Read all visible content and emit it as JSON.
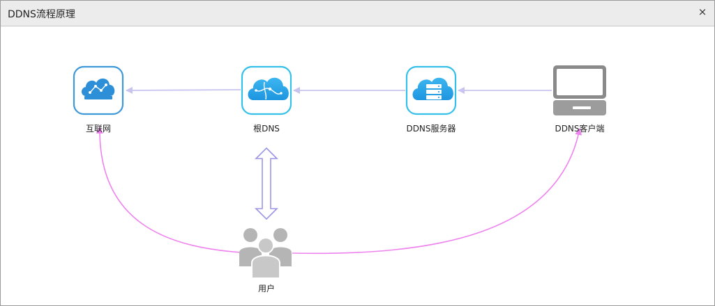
{
  "window": {
    "title": "DDNS流程原理",
    "close_glyph": "×"
  },
  "diagram": {
    "nodes": {
      "internet": {
        "label": "互联网",
        "icon": "cloud-network-icon"
      },
      "root_dns": {
        "label": "根DNS",
        "icon": "cloud-globe-icon"
      },
      "ddns_server": {
        "label": "DDNS服务器",
        "icon": "cloud-server-icon"
      },
      "ddns_client": {
        "label": "DDNS客户端",
        "icon": "computer-icon"
      },
      "users": {
        "label": "用户",
        "icon": "users-icon"
      }
    },
    "edge_colors": {
      "lavender": "#c8c4f0",
      "double_arrow": "#9b95e6",
      "magenta": "#ee82ee"
    }
  }
}
